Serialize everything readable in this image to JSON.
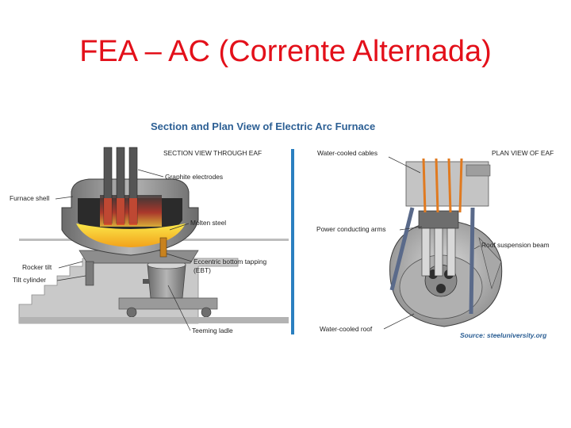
{
  "slide": {
    "title": "FEA – AC (Corrente Alternada)"
  },
  "figure": {
    "title": "Section and Plan View of Electric Arc Furnace",
    "section_view": {
      "heading": "SECTION VIEW THROUGH EAF",
      "labels": {
        "graphite_electrodes": "Graphite electrodes",
        "furnace_shell": "Furnace shell",
        "molten_steel": "Molten steel",
        "rocker_tilt": "Rocker tilt",
        "tilt_cylinder": "Tilt cylinder",
        "ebt_line1": "Eccentric bottom tapping",
        "ebt_line2": "(EBT)",
        "teeming_ladle": "Teeming ladle"
      }
    },
    "plan_view": {
      "heading": "PLAN VIEW OF EAF",
      "labels": {
        "water_cooled_cables": "Water-cooled cables",
        "power_conducting_arms": "Power conducting arms",
        "roof_suspension_beam": "Roof suspension beam",
        "water_cooled_roof": "Water-cooled roof"
      }
    },
    "source": "Source: steeluniversity.org",
    "colors": {
      "divider": "#2a7fc0",
      "cables": "#e07a20",
      "molten": "#f5d01e"
    }
  }
}
